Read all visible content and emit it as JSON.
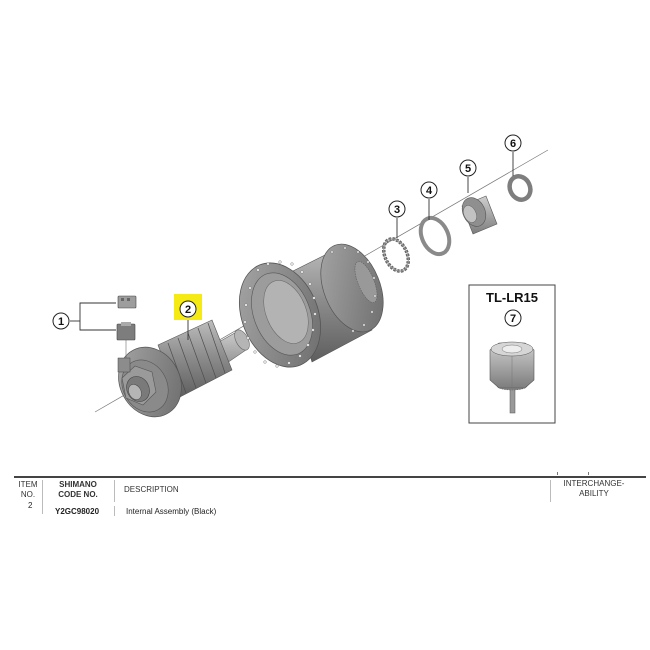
{
  "diagram": {
    "callouts": [
      {
        "number": "1",
        "label": "1"
      },
      {
        "number": "2",
        "label": "2",
        "highlighted": true
      },
      {
        "number": "3",
        "label": "3"
      },
      {
        "number": "4",
        "label": "4"
      },
      {
        "number": "5",
        "label": "5"
      },
      {
        "number": "6",
        "label": "6"
      },
      {
        "number": "7",
        "label": "7"
      }
    ],
    "tool_box": {
      "title": "TL-LR15",
      "callout": "7"
    },
    "highlight_color": "#f5ea14"
  },
  "table": {
    "headers": {
      "item_no_line1": "ITEM",
      "item_no_line2": "NO.",
      "code_line1": "SHIMANO",
      "code_line2": "CODE NO.",
      "description": "DESCRIPTION",
      "interchange_line1": "INTERCHANGE-",
      "interchange_line2": "ABILITY"
    },
    "rows": [
      {
        "item_no": "2",
        "code": "Y2GC98020",
        "description": "Internal Assembly (Black)",
        "interchangeability": ""
      }
    ]
  }
}
